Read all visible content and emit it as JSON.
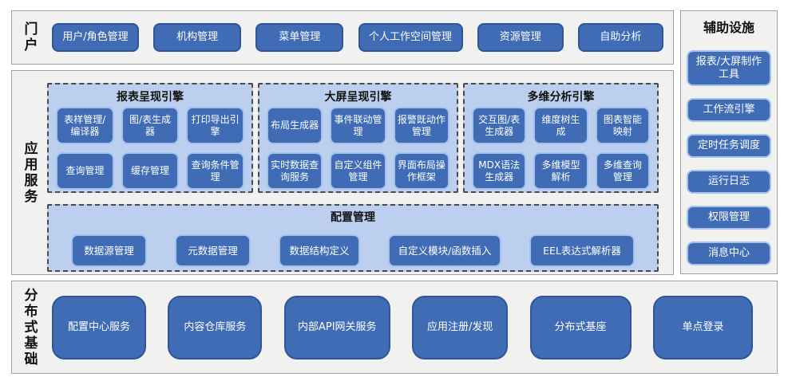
{
  "portal": {
    "label": "门户",
    "items": [
      "用户/角色管理",
      "机构管理",
      "菜单管理",
      "个人工作空间管理",
      "资源管理",
      "自助分析"
    ]
  },
  "app_services": {
    "label": "应用服务",
    "engines": [
      {
        "title": "报表呈现引擎",
        "items": [
          "表样管理/编译器",
          "图/表生成器",
          "打印导出引擎",
          "查询管理",
          "缓存管理",
          "查询条件管理"
        ]
      },
      {
        "title": "大屏呈现引擎",
        "items": [
          "布局生成器",
          "事件联动管理",
          "报警既动作管理",
          "实时数据查询服务",
          "自定义组件管理",
          "界面布局操作框架"
        ]
      },
      {
        "title": "多维分析引擎",
        "items": [
          "交互图/表生成器",
          "维度树生成",
          "图表智能映射",
          "MDX语法生成器",
          "多维模型解析",
          "多维查询管理"
        ]
      }
    ],
    "config": {
      "title": "配置管理",
      "items": [
        "数据源管理",
        "元数据管理",
        "数据结构定义",
        "自定义模块/函数插入",
        "EEL表达式解析器"
      ]
    }
  },
  "distributed": {
    "label": "分布式基础",
    "items": [
      "配置中心服务",
      "内容仓库服务",
      "内部API网关服务",
      "应用注册/发现",
      "分布式基座",
      "单点登录"
    ]
  },
  "auxiliary": {
    "title": "辅助设施",
    "items": [
      "报表/大屏制作工具",
      "工作流引擎",
      "定时任务调度",
      "运行日志",
      "权限管理",
      "消息中心"
    ]
  },
  "colors": {
    "node_fill": "#3f6cb5",
    "node_border_dark": "#2f5597",
    "node_border_light": "#a5c2ec",
    "panel_fill": "#bdcfee",
    "panel_dash_border": "#4a4a4a",
    "section_fill": "#f1f1ef",
    "section_border": "#a0a0a0",
    "node_text": "#ffffff",
    "label_text": "#111111"
  }
}
